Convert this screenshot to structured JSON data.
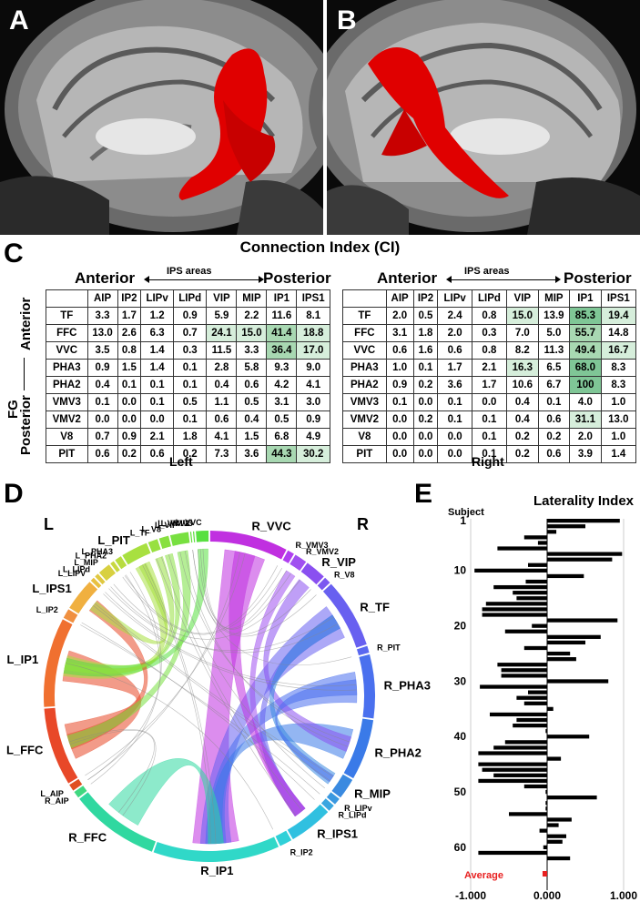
{
  "panels": {
    "a": "A",
    "b": "B",
    "c": "C",
    "d": "D",
    "e": "E"
  },
  "ci": {
    "title": "Connection Index (CI)",
    "anterior": "Anterior",
    "posterior": "Posterior",
    "ips_areas": "IPS areas",
    "fg_axis": {
      "fg": "FG",
      "anterior": "Anterior",
      "posterior": "Posterior"
    },
    "columns": [
      "AIP",
      "IP2",
      "LIPv",
      "LIPd",
      "VIP",
      "MIP",
      "IP1",
      "IPS1"
    ],
    "rows": [
      "TF",
      "FFC",
      "VVC",
      "PHA3",
      "PHA2",
      "VMV3",
      "VMV2",
      "V8",
      "PIT"
    ],
    "left_label": "Left",
    "right_label": "Right",
    "left": [
      [
        "3.3",
        "1.7",
        "1.2",
        "0.9",
        "5.9",
        "2.2",
        "11.6",
        "8.1"
      ],
      [
        "13.0",
        "2.6",
        "6.3",
        "0.7",
        "24.1",
        "15.0",
        "41.4",
        "18.8"
      ],
      [
        "3.5",
        "0.8",
        "1.4",
        "0.3",
        "11.5",
        "3.3",
        "36.4",
        "17.0"
      ],
      [
        "0.9",
        "1.5",
        "1.4",
        "0.1",
        "2.8",
        "5.8",
        "9.3",
        "9.0"
      ],
      [
        "0.4",
        "0.1",
        "0.1",
        "0.1",
        "0.4",
        "0.6",
        "4.2",
        "4.1"
      ],
      [
        "0.1",
        "0.0",
        "0.1",
        "0.5",
        "1.1",
        "0.5",
        "3.1",
        "3.0"
      ],
      [
        "0.0",
        "0.0",
        "0.0",
        "0.1",
        "0.6",
        "0.4",
        "0.5",
        "0.9"
      ],
      [
        "0.7",
        "0.9",
        "2.1",
        "1.8",
        "4.1",
        "1.5",
        "6.8",
        "4.9"
      ],
      [
        "0.6",
        "0.2",
        "0.6",
        "0.2",
        "7.3",
        "3.6",
        "44.3",
        "30.2"
      ]
    ],
    "right": [
      [
        "2.0",
        "0.5",
        "2.4",
        "0.8",
        "15.0",
        "13.9",
        "85.3",
        "19.4"
      ],
      [
        "3.1",
        "1.8",
        "2.0",
        "0.3",
        "7.0",
        "5.0",
        "55.7",
        "14.8"
      ],
      [
        "0.6",
        "1.6",
        "0.6",
        "0.8",
        "8.2",
        "11.3",
        "49.4",
        "16.7"
      ],
      [
        "1.0",
        "0.1",
        "1.7",
        "2.1",
        "16.3",
        "6.5",
        "68.0",
        "8.3"
      ],
      [
        "0.9",
        "0.2",
        "3.6",
        "1.7",
        "10.6",
        "6.7",
        "100",
        "8.3"
      ],
      [
        "0.1",
        "0.0",
        "0.1",
        "0.0",
        "0.4",
        "0.1",
        "4.0",
        "1.0"
      ],
      [
        "0.0",
        "0.2",
        "0.1",
        "0.1",
        "0.4",
        "0.6",
        "31.1",
        "13.0"
      ],
      [
        "0.0",
        "0.0",
        "0.0",
        "0.1",
        "0.2",
        "0.2",
        "2.0",
        "1.0"
      ],
      [
        "0.0",
        "0.0",
        "0.0",
        "0.1",
        "0.2",
        "0.6",
        "3.9",
        "1.4"
      ]
    ]
  },
  "chord": {
    "hemi_left": "L",
    "hemi_right": "R",
    "nodes": [
      {
        "label": "R_VVC",
        "color": "#c030e0",
        "start": 0,
        "end": 28
      },
      {
        "label": "R_VMV3",
        "color": "#b040f0",
        "start": 28,
        "end": 31
      },
      {
        "label": "R_VMV2",
        "color": "#a050f0",
        "start": 31,
        "end": 36
      },
      {
        "label": "R_VIP",
        "color": "#8a50f0",
        "start": 36,
        "end": 44
      },
      {
        "label": "R_V8",
        "color": "#7c58f0",
        "start": 44,
        "end": 47
      },
      {
        "label": "R_TF",
        "color": "#6860f0",
        "start": 47,
        "end": 72
      },
      {
        "label": "R_PIT",
        "color": "#5a68f0",
        "start": 72,
        "end": 75
      },
      {
        "label": "R_PHA3",
        "color": "#4a70ee",
        "start": 75,
        "end": 98
      },
      {
        "label": "R_PHA2",
        "color": "#3a7ae8",
        "start": 98,
        "end": 120
      },
      {
        "label": "R_MIP",
        "color": "#3a8ae0",
        "start": 120,
        "end": 128
      },
      {
        "label": "R_LIPv",
        "color": "#3a98e0",
        "start": 128,
        "end": 131
      },
      {
        "label": "R_LIPd",
        "color": "#3aa6e0",
        "start": 131,
        "end": 134
      },
      {
        "label": "R_IPS1",
        "color": "#30c0e0",
        "start": 134,
        "end": 150
      },
      {
        "label": "R_IP2",
        "color": "#30d0d8",
        "start": 150,
        "end": 155
      },
      {
        "label": "R_IP1",
        "color": "#30d8c8",
        "start": 155,
        "end": 200
      },
      {
        "label": "R_FFC",
        "color": "#30d8a0",
        "start": 200,
        "end": 232
      },
      {
        "label": "R_AIP",
        "color": "#40d880",
        "start": 232,
        "end": 235
      },
      {
        "label": "L_AIP",
        "color": "#e05020",
        "start": 235,
        "end": 238
      },
      {
        "label": "L_FFC",
        "color": "#e84828",
        "start": 238,
        "end": 266
      },
      {
        "label": "L_IP1",
        "color": "#f07030",
        "start": 266,
        "end": 298
      },
      {
        "label": "L_IP2",
        "color": "#f09040",
        "start": 298,
        "end": 302
      },
      {
        "label": "L_IPS1",
        "color": "#f0b040",
        "start": 302,
        "end": 314
      },
      {
        "label": "L_LIPV",
        "color": "#e8c040",
        "start": 314,
        "end": 316
      },
      {
        "label": "L_LIPd",
        "color": "#e0c840",
        "start": 316,
        "end": 318
      },
      {
        "label": "L_MIP",
        "color": "#d8d040",
        "start": 318,
        "end": 323
      },
      {
        "label": "L_PHA2",
        "color": "#c8d840",
        "start": 323,
        "end": 325
      },
      {
        "label": "L_PHA3",
        "color": "#b8dc40",
        "start": 325,
        "end": 328
      },
      {
        "label": "L_PIT",
        "color": "#a8e040",
        "start": 328,
        "end": 338
      },
      {
        "label": "L_TF",
        "color": "#98e040",
        "start": 338,
        "end": 342
      },
      {
        "label": "L_V8",
        "color": "#88e040",
        "start": 342,
        "end": 346
      },
      {
        "label": "L_VIP",
        "color": "#78e040",
        "start": 346,
        "end": 353
      },
      {
        "label": "L_VMV2",
        "color": "#68e040",
        "start": 353,
        "end": 354
      },
      {
        "label": "L_VMV3",
        "color": "#60e040",
        "start": 354,
        "end": 355
      },
      {
        "label": "L_VVC",
        "color": "#58e040",
        "start": 355,
        "end": 360
      }
    ]
  },
  "chart_data": {
    "type": "bar",
    "title": "Laterality Index",
    "ylabel": "Subject",
    "xlim": [
      -1.0,
      1.0
    ],
    "xticks": [
      "-1.000",
      "0.000",
      "1.000"
    ],
    "subject_ticks": [
      "1",
      "10",
      "20",
      "30",
      "40",
      "50",
      "60"
    ],
    "average_label": "Average",
    "average": -0.06,
    "subjects": [
      1,
      2,
      3,
      4,
      5,
      6,
      7,
      8,
      9,
      10,
      11,
      12,
      13,
      14,
      15,
      16,
      17,
      18,
      19,
      20,
      21,
      22,
      23,
      24,
      25,
      26,
      27,
      28,
      29,
      30,
      31,
      32,
      33,
      34,
      35,
      36,
      37,
      38,
      39,
      40,
      41,
      42,
      43,
      44,
      45,
      46,
      47,
      48,
      49,
      50,
      51,
      52,
      53,
      54,
      55,
      56,
      57,
      58,
      59,
      60,
      61,
      62
    ],
    "values": [
      0.95,
      0.5,
      0.12,
      -0.3,
      -0.12,
      -0.65,
      0.98,
      0.85,
      -0.25,
      -0.95,
      0.48,
      -0.28,
      -0.7,
      -0.45,
      -0.4,
      -0.8,
      -0.85,
      -0.85,
      0.92,
      -0.2,
      -0.55,
      0.7,
      0.5,
      -0.3,
      0.3,
      0.38,
      -0.65,
      -0.6,
      -0.6,
      0.8,
      -0.88,
      -0.25,
      -0.4,
      -0.3,
      0.08,
      -0.75,
      -0.4,
      -0.45,
      -0.02,
      0.55,
      -0.55,
      -0.7,
      -0.9,
      0.18,
      -0.9,
      -0.85,
      -0.7,
      -0.9,
      -0.3,
      -0.02,
      0.65,
      -0.02,
      -0.02,
      -0.5,
      0.32,
      0.15,
      -0.1,
      0.25,
      0.2,
      -0.05,
      -0.9,
      0.3
    ],
    "colors": {
      "bar": "#000000",
      "average": "#e82020",
      "grid": "#aaaaaa"
    }
  },
  "colors": {
    "tract": "#e00000",
    "highlight_strong": "#7fc696",
    "highlight_mid": "#a8d8b2",
    "highlight_light": "#d6eedb"
  }
}
